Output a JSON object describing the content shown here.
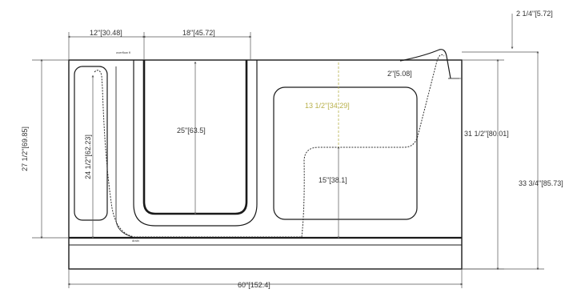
{
  "dimensions": {
    "top_left_width": "12\"[30.48]",
    "door_width": "18\"[45.72]",
    "top_right_offset": "2 1/4\"[5.72]",
    "step_offset": "2\"[5.08]",
    "left_height": "27 1/2\"[69.85]",
    "door_height": "25\"[63.5]",
    "armrest_height": "24 1/2\"[62.23]",
    "seat_upper": "13 1/2\"[34.29]",
    "seat_lower": "15\"[38.1]",
    "right_inner_height": "31 1/2\"[80.01]",
    "overall_height": "33 3/4\"[85.73]",
    "overall_length": "60\"[152.4]"
  },
  "callouts": {
    "faucet_label": "overflow fl",
    "drain_label": "drain"
  },
  "colors": {
    "line": "#1a1a1a",
    "dim_line": "#555555",
    "accent": "#b8b04a"
  }
}
